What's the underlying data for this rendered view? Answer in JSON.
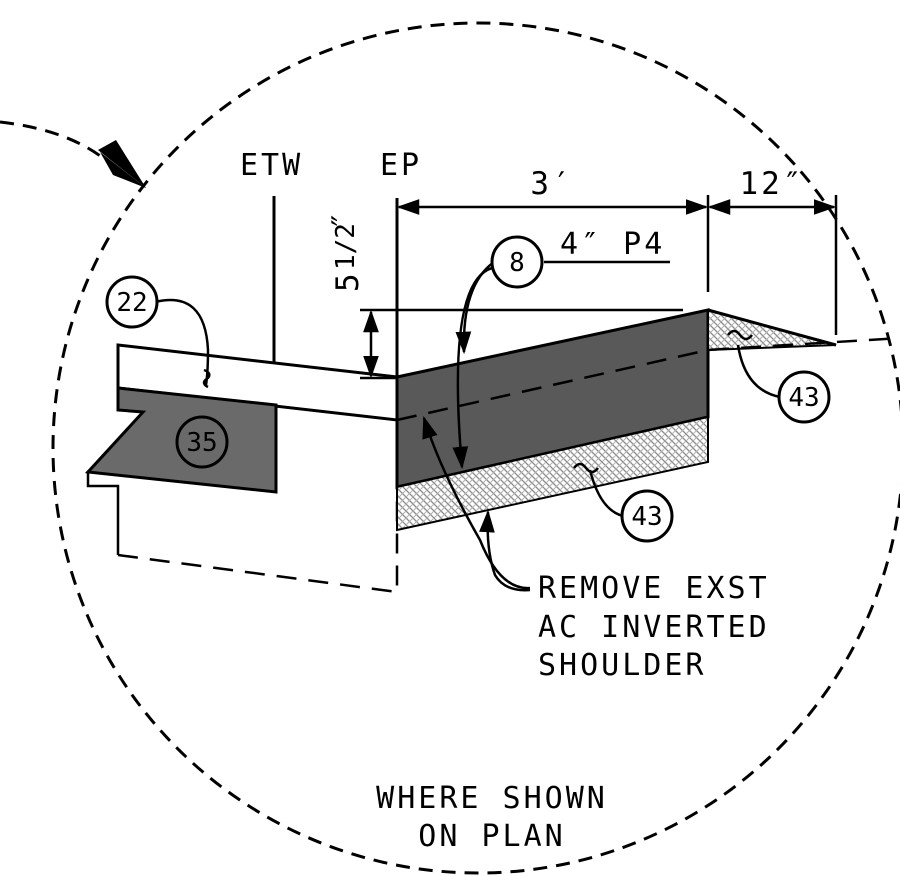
{
  "labels": {
    "etw": "ETW",
    "ep": "EP"
  },
  "dimensions": {
    "width_main": "3′",
    "width_side": "12″",
    "thickness_whole": "5",
    "thickness_fraction": "1/2",
    "thickness_inch": "″"
  },
  "callouts": {
    "c8": "8",
    "c22": "22",
    "c35": "35",
    "c43_top": "43",
    "c43_bottom": "43"
  },
  "notes": {
    "pave": "4″  P4",
    "remove_line1": "REMOVE EXST",
    "remove_line2": "AC INVERTED",
    "remove_line3": "SHOULDER",
    "where_line1": "WHERE SHOWN",
    "where_line2": "ON PLAN"
  },
  "colors": {
    "line": "#000000",
    "asphalt": "#595959",
    "base_fill": "#6a6a6a",
    "hatch": "#9a9a9a"
  }
}
